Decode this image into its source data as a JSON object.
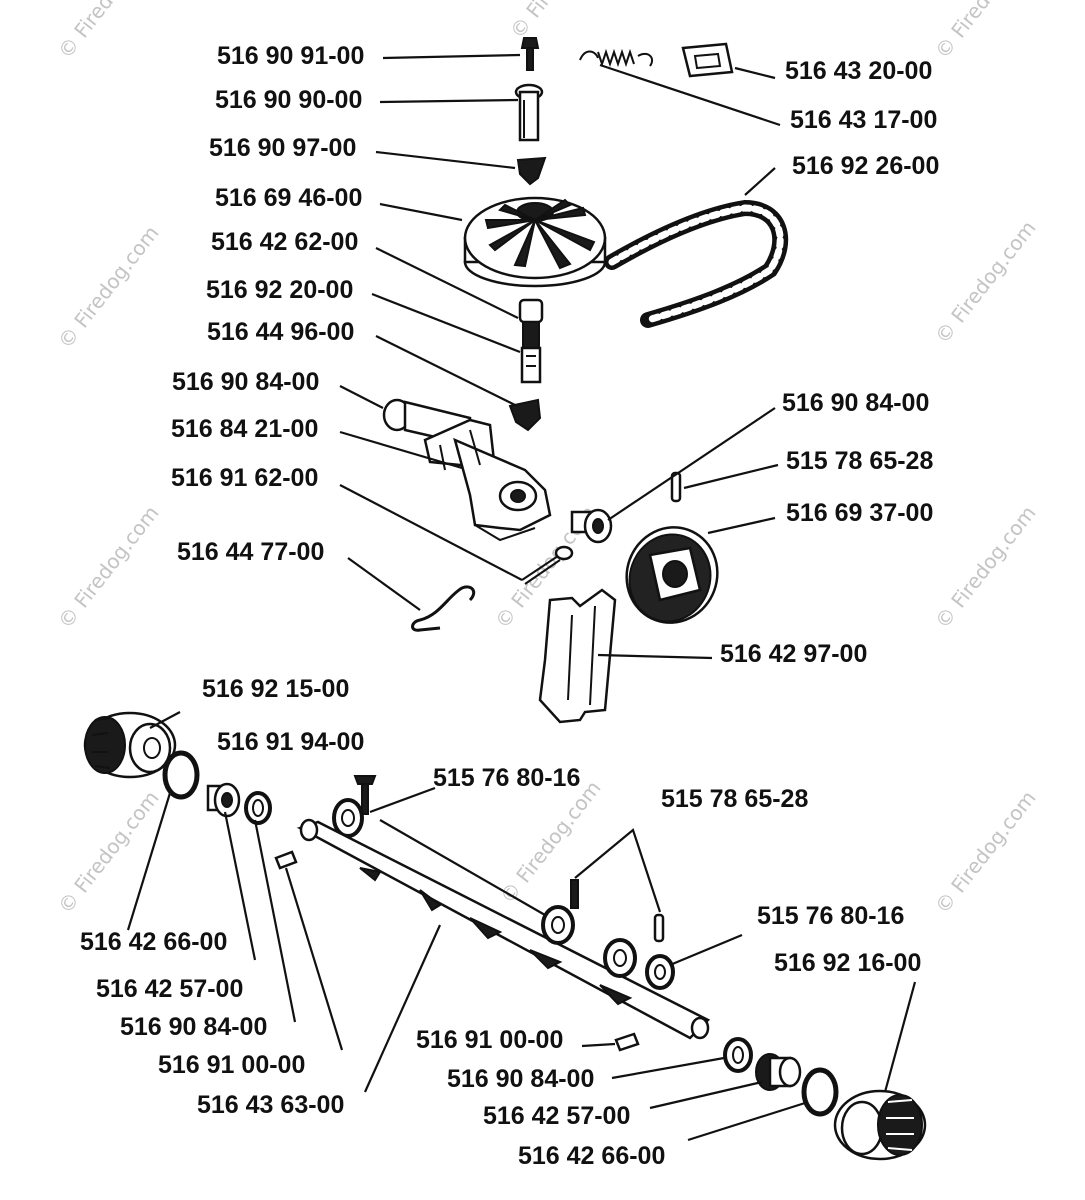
{
  "watermark": {
    "text": "© Firedog.com"
  },
  "labels": {
    "top_screw": "516 90 91-00",
    "top_bolt": "516 90 90-00",
    "top_washer": "516 90 97-00",
    "pulley": "516 69 46-00",
    "shaft_upper": "516 42 62-00",
    "shaft_mid": "516 92 20-00",
    "shaft_lower": "516 44 96-00",
    "bushing_left": "516 90 84-00",
    "gear_housing": "516 84 21-00",
    "cotter_pin": "516 91 62-00",
    "spring_hook": "516 44 77-00",
    "bracket": "516 43 20-00",
    "spring": "516 43 17-00",
    "belt": "516 92 26-00",
    "bushing_right": "516 90 84-00",
    "pin_top": "515 78 65-28",
    "drive_gear": "516 69 37-00",
    "lever": "516 42 97-00",
    "wheel_left": "516 92 15-00",
    "bolt_mid": "516 91 94-00",
    "washer_mid": "515 76 80-16",
    "pins_mid": "515 78 65-28",
    "washer_right": "515 76 80-16",
    "wheel_right": "516 92 16-00",
    "ring_left": "516 42 66-00",
    "bearing_left": "516 42 57-00",
    "bushing_axle_left": "516 90 84-00",
    "key_left": "516 91 00-00",
    "axle": "516 43 63-00",
    "key_right": "516 91 00-00",
    "bushing_axle_right": "516 90 84-00",
    "bearing_right": "516 42 57-00",
    "ring_right": "516 42 66-00"
  }
}
